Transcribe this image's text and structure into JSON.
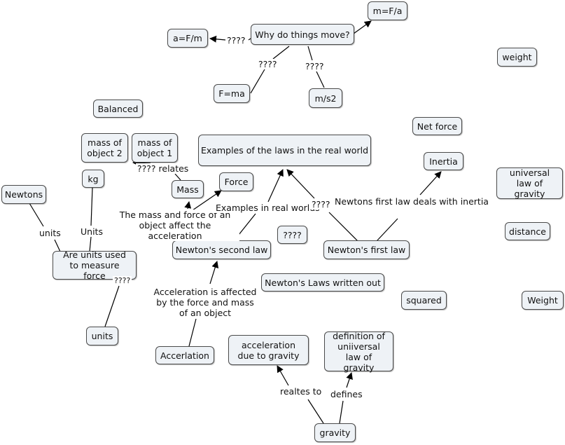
{
  "nodes": {
    "m_f_a": "m=F/a",
    "why_move": "Why do things move?",
    "a_f_m": "a=F/m",
    "weight_lower": "weight",
    "f_ma": "F=ma",
    "m_s2": "m/s2",
    "balanced": "Balanced",
    "net_force": "Net force",
    "mass_obj2": "mass of object 2",
    "mass_obj1": "mass of object 1",
    "examples": "Examples of the laws in the real world",
    "inertia": "Inertia",
    "universal_law": "universal law of gravity",
    "newtons": "Newtons",
    "kg": "kg",
    "mass": "Mass",
    "force": "Force",
    "distance": "distance",
    "q_node": "????",
    "newtons_second": "Newton's second law",
    "newtons_first": "Newton's first law",
    "units_measure": "Are units used to measure force",
    "laws_written": "Newton's Laws written out",
    "squared": "squared",
    "weight_upper": "Weight",
    "units_node": "units",
    "accel_gravity": "acceleration due to gravity",
    "def_universal": "definition of uniiversal law of gravity",
    "accerlation": "Accerlation",
    "gravity": "gravity"
  },
  "links": {
    "q_a_f_m": "????",
    "q_f_ma": "????",
    "q_m_s2": "????",
    "q_relates": "???? relates",
    "mass_force_affect": "The mass and force of an object affect the acceleration",
    "examples_real": "Examples in real worlds",
    "q_first": "????",
    "first_inertia": "Newtons first law deals with inertia",
    "units_left": "units",
    "units_kg": "Units",
    "q_units": "????",
    "accel_affected": "Acceleration is affected by the force and mass of an object",
    "realtes_to": "realtes to",
    "defines": "defines"
  },
  "colors": {
    "node_fill": "#eef2f6",
    "node_border": "#4a4a4a",
    "edge": "#000000",
    "background": "#ffffff"
  }
}
